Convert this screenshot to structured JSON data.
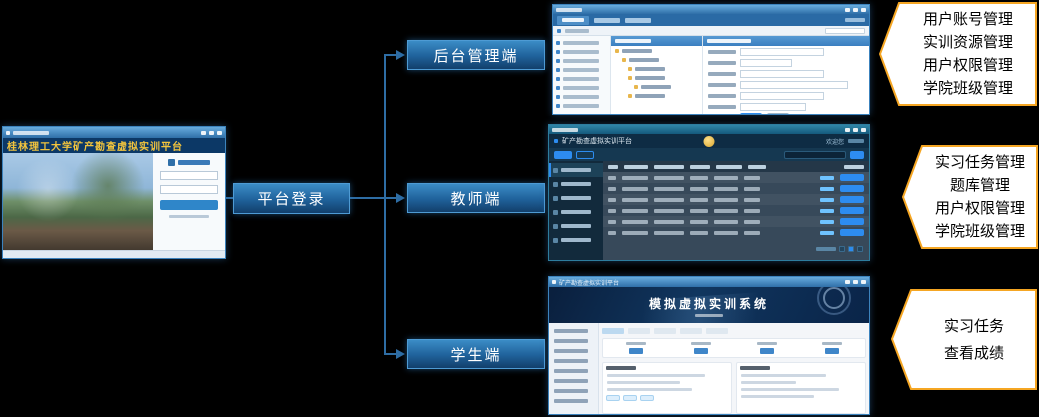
{
  "flow": {
    "login_box_label": "平台登录",
    "nodes": {
      "admin": "后台管理端",
      "teacher": "教师端",
      "student": "学生端"
    }
  },
  "login_window": {
    "header_title": "桂林理工大学矿产勘查虚拟实训平台"
  },
  "teacher_window": {
    "app_title": "矿产勘查虚拟实训平台",
    "welcome_text": "欢迎您"
  },
  "student_window": {
    "window_title": "矿产勘查虚拟实训平台",
    "banner_title": "模拟虚拟实训系统"
  },
  "callouts": {
    "admin": {
      "lines": [
        "用户账号管理",
        "实训资源管理",
        "用户权限管理",
        "学院班级管理"
      ]
    },
    "teacher": {
      "lines": [
        "实习任务管理",
        "题库管理",
        "用户权限管理",
        "学院班级管理"
      ]
    },
    "student": {
      "lines": [
        "实习任务",
        "查看成绩"
      ]
    }
  },
  "colors": {
    "connector_blue": "#2e6da4",
    "button_blue": "#2d8cf0",
    "callout_border": "#f5a623",
    "title_yellow": "#f2c43d"
  }
}
